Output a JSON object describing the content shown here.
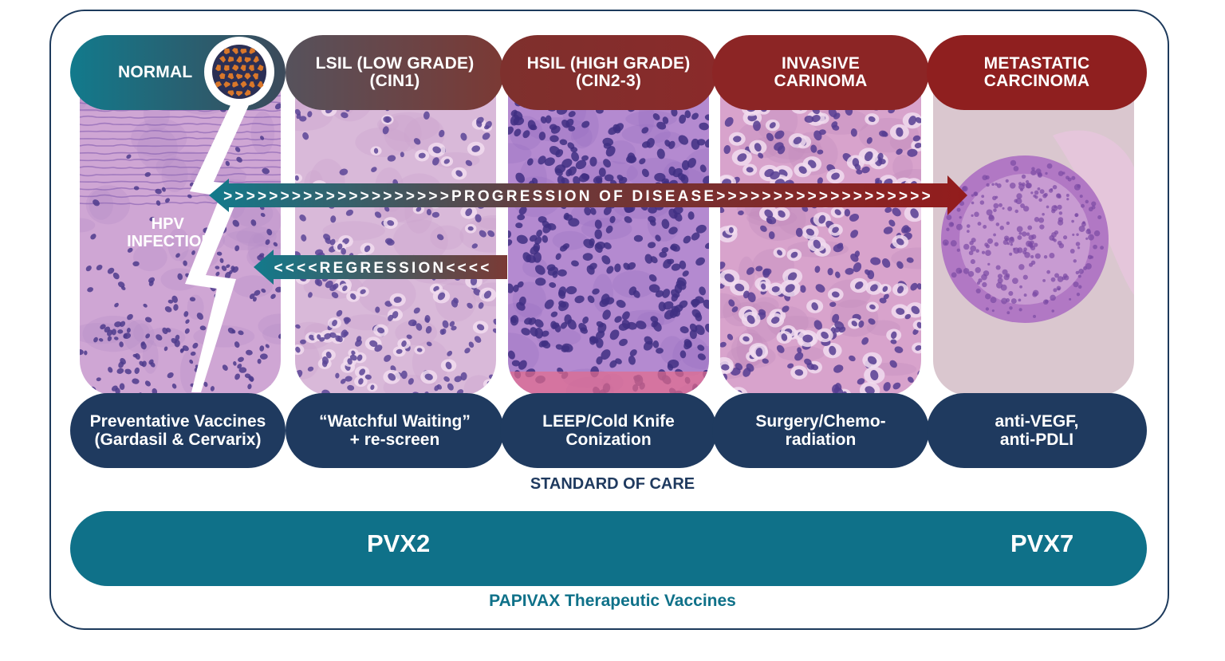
{
  "stages": [
    {
      "id": "normal",
      "label": "NORMAL",
      "color_from": "#127a8c",
      "color_to": "#3a4656"
    },
    {
      "id": "lsil",
      "label": "LSIL (LOW GRADE)\n(CIN1)",
      "color_from": "#55505a",
      "color_to": "#7a3a35"
    },
    {
      "id": "hsil",
      "label": "HSIL (HIGH GRADE)\n(CIN2-3)",
      "color_from": "#7e2f2c",
      "color_to": "#8a2a2a"
    },
    {
      "id": "invasive",
      "label": "INVASIVE\nCARINOMA",
      "color_from": "#8b2626",
      "color_to": "#8e2323"
    },
    {
      "id": "metastatic",
      "label": "METASTATIC\nCARCINOMA",
      "color_from": "#8f2222",
      "color_to": "#8f1f1f"
    }
  ],
  "hpv_label": "HPV\nINFECTION",
  "progression_label": ">>>>>>>>>>>>>>>>>>>>PROGRESSION OF DISEASE>>>>>>>>>>>>>>>>>>>",
  "regression_label": "<<<<REGRESSION<<<<",
  "treatments": [
    "Preventative Vaccines\n(Gardasil & Cervarix)",
    "“Watchful Waiting”\n+ re-screen",
    "LEEP/Cold Knife\nConization",
    "Surgery/Chemo-\nradiation",
    "anti-VEGF,\nanti-PDLI"
  ],
  "standard_of_care": "STANDARD OF CARE",
  "vaccines": {
    "left": "PVX2",
    "right": "PVX7"
  },
  "papivax_label": "PAPIVAX Therapeutic Vaccines",
  "colors": {
    "navy": "#1f3a5f",
    "teal": "#0f7189",
    "maroon": "#8f1f1f",
    "tissue_pink": "#d7a7d3",
    "nucleus_purple": "#5b3f95"
  }
}
